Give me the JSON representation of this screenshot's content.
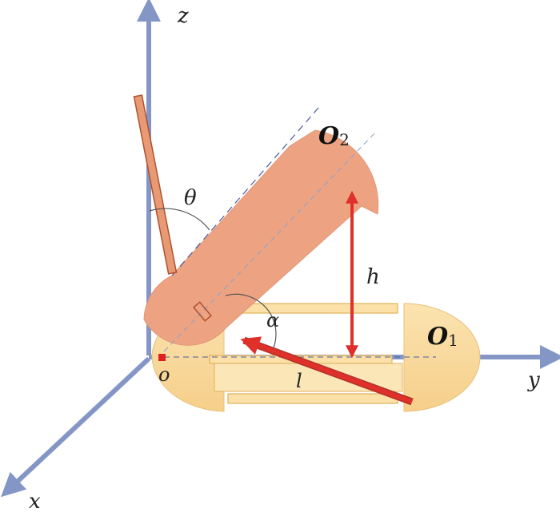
{
  "colors": {
    "axis": "#8496c6",
    "base_fill": "#f9d79a",
    "base_fill_light": "#fbe6b8",
    "base_stroke": "#e0b25a",
    "arm_fill": "#eda382",
    "arm_stroke": "#c9694a",
    "rod_fill": "#e89a74",
    "arrow_red": "#e0302a",
    "dash": "#4a5a9c",
    "origin_mark": "#e02020"
  },
  "labels": {
    "axis_z": "z",
    "axis_y": "y",
    "axis_x": "x",
    "origin": "o",
    "theta": "θ",
    "alpha": "α",
    "height": "h",
    "length": "l",
    "o2_main": "O",
    "o2_sub": "2",
    "o1_main": "O",
    "o1_sub": "1"
  }
}
